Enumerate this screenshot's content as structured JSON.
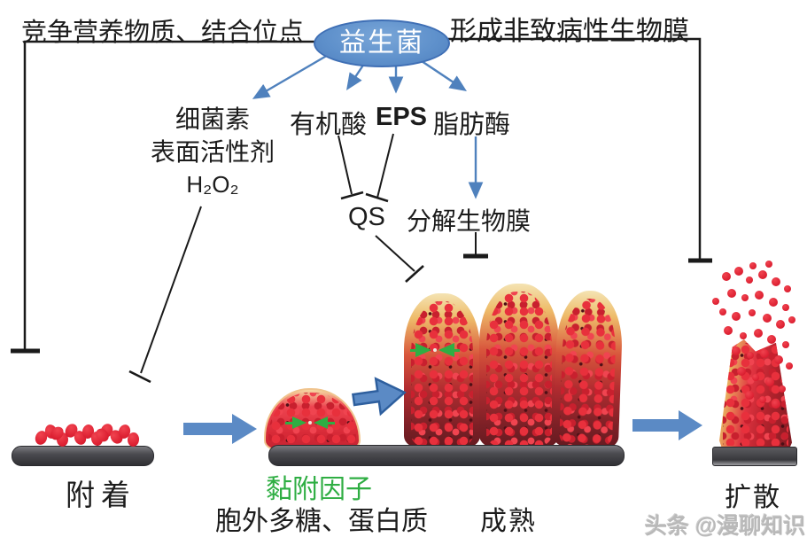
{
  "top": {
    "left_label": "竞争营养物质、结合位点",
    "probiotic_label": "益生菌",
    "right_label": "形成非致病性生物膜"
  },
  "factors": {
    "bacteriocin": "细菌素",
    "surfactant": "表面活性剂",
    "hydrogen_peroxide": "H₂O₂",
    "organic_acid": "有机酸",
    "eps": "EPS",
    "lipase": "脂肪酶",
    "quorum_sensing": "QS",
    "degrade_biofilm": "分解生物膜"
  },
  "stages": {
    "attachment": "附着",
    "adhesion_factor": "黏附因子",
    "exopolysaccharide_protein": "胞外多糖、蛋白质",
    "maturation": "成熟",
    "dispersal": "扩散"
  },
  "watermark": "头条 @漫聊知识",
  "colors": {
    "arrow_blue": "#4f81bd",
    "ellipse_blue": "#5e90cb",
    "inhibit_black": "#1a1a1a",
    "green": "#2fae43",
    "cell_red": "#dc1f31",
    "surface_gray": "#4b4b50"
  }
}
